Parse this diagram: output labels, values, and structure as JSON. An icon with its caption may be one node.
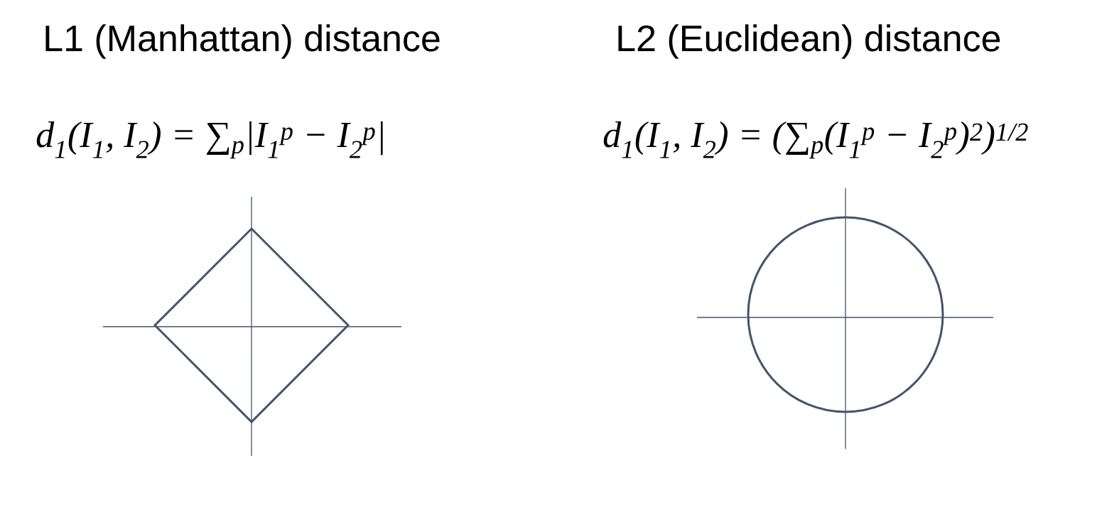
{
  "diagram": {
    "nodes": [
      {
        "text": [],
        "shape": "diamond"
      },
      {
        "text": [],
        "shape": "circle"
      }
    ],
    "labels": [
      "L1 (Manhattan) distance",
      "L2 (Euclidean) distance",
      "d$_{1}$(I$_{1}$, I$_{2}$) = ∑$_{p}$|I$_{1}$$^{p}$ − I$_{2}$$^{p}$|",
      "d$_{1}$(I$_{1}$, I$_{2}$) = (∑$_{p}$(I$_{1}$$^{p}$ − I$_{2}$$^{p}$)$^{2}$)$^{1/2}$"
    ]
  }
}
